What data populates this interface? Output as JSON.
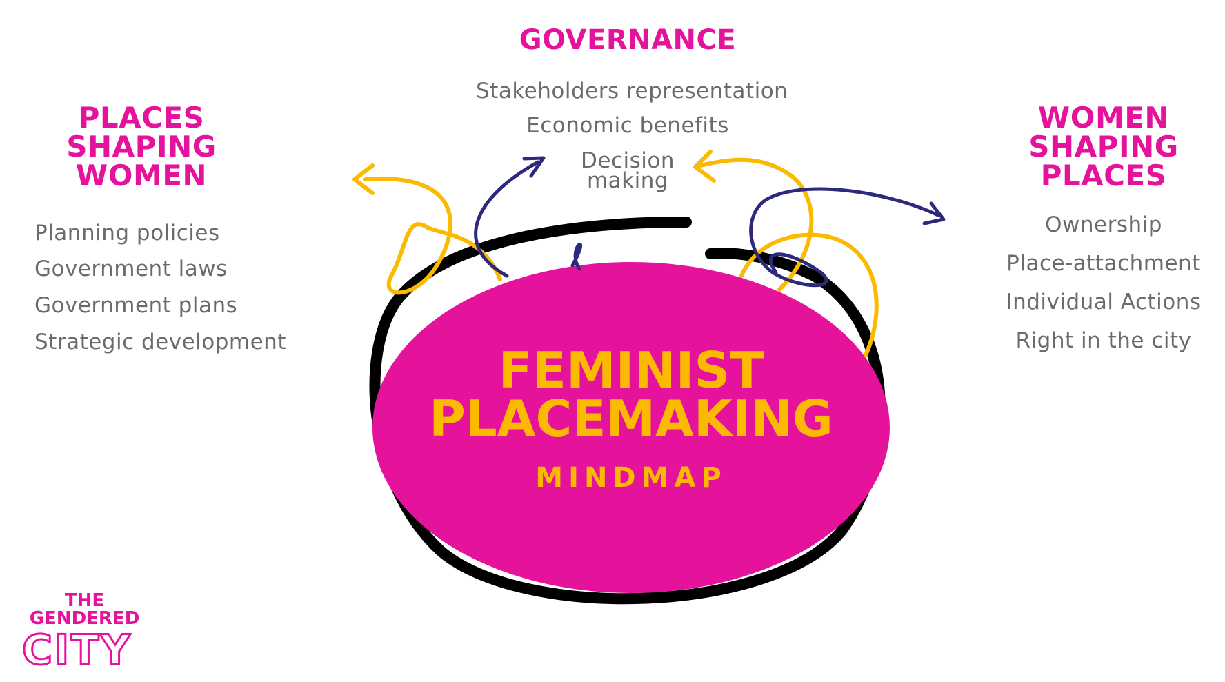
{
  "colors": {
    "accent_pink": "#e5139b",
    "accent_yellow": "#fbba00",
    "navy": "#2e2a7b",
    "text_gray": "#6b6b6b"
  },
  "center": {
    "title_line1": "FEMINIST",
    "title_line2": "PLACEMAKING",
    "subtitle": "MINDMAP"
  },
  "governance": {
    "heading": "GOVERNANCE",
    "items": [
      "Stakeholders representation",
      "Economic benefits",
      "Decision",
      "making"
    ]
  },
  "places_shaping_women": {
    "heading_lines": [
      "PLACES",
      "SHAPING",
      "WOMEN"
    ],
    "items": [
      "Planning policies",
      "Government laws",
      "Government plans",
      "Strategic development"
    ]
  },
  "women_shaping_places": {
    "heading_lines": [
      "WOMEN",
      "SHAPING",
      "PLACES"
    ],
    "items": [
      "Ownership",
      "Place-attachment",
      "Individual Actions",
      "Right in the city"
    ]
  },
  "logo": {
    "line1": "THE",
    "line2": "GENDERED",
    "line3": "CITY"
  }
}
